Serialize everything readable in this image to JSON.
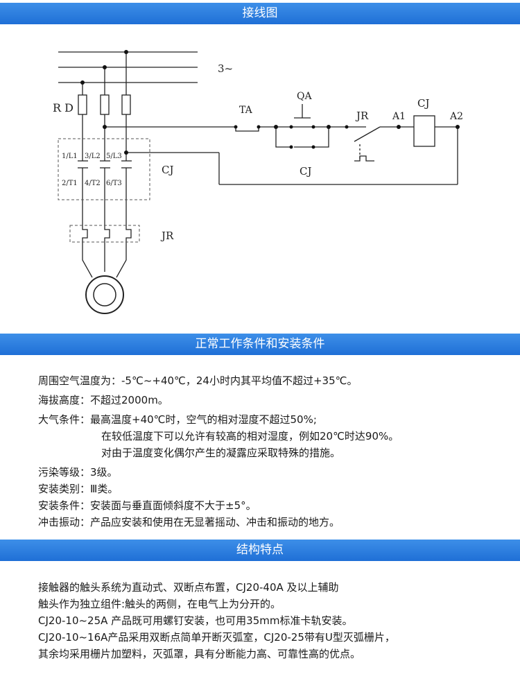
{
  "sections": {
    "wiring": "接线图",
    "conditions": "正常工作条件和安装条件",
    "structure": "结构特点"
  },
  "diagram_labels": {
    "phase": "3~",
    "rd": "R D",
    "ta": "TA",
    "qa": "QA",
    "cj_coil": "CJ",
    "jr_contact": "JR",
    "a1": "A1",
    "a2": "A2",
    "cj_aux": "CJ",
    "cj_main": "CJ",
    "jr_relay": "JR",
    "l1": "1/L1",
    "l2": "3/L2",
    "l3": "5/L3",
    "t1": "2/T1",
    "t2": "4/T2",
    "t3": "6/T3"
  },
  "conditions": {
    "temp": {
      "label": "周围空气温度为：",
      "value": "-5℃~+40℃，24小时内其平均值不超过+35℃。"
    },
    "altitude": {
      "label": "海拔高度：",
      "value": "不超过2000m。"
    },
    "atmosphere": {
      "label": "大气条件：",
      "lines": [
        "最高温度+40℃时，空气的相对湿度不超过50%;",
        "在较低温度下可以允许有较高的相对湿度，例如20℃时达90%。",
        "对由于温度变化偶尔产生的凝露应采取特殊的措施。"
      ]
    },
    "pollution": {
      "label": "污染等级：",
      "value": "3级。"
    },
    "category": {
      "label": "安装类别：",
      "value": "Ⅲ类。"
    },
    "install": {
      "label": "安装条件：",
      "value": "安装面与垂直面倾斜度不大于±5°。"
    },
    "shock": {
      "label": "冲击振动：",
      "value": "产品应安装和使用在无显著摇动、冲击和振动的地方。"
    }
  },
  "structure_lines": [
    "接触器的触头系统为直动式、双断点布置，CJ20-40A 及以上辅助",
    "触头作为独立组件:触头的两侧，在电气上为分开的。",
    "CJ20-10~25A 产品既可用螺钉安装，也可用35mm标准卡轨安装。",
    "CJ20-10~16A产品采用双断点简单开断灭弧室，CJ20-25带有U型灭弧栅片，",
    "其余均采用栅片加塑料，灭弧罩，具有分断能力高、可靠性高的优点。"
  ]
}
